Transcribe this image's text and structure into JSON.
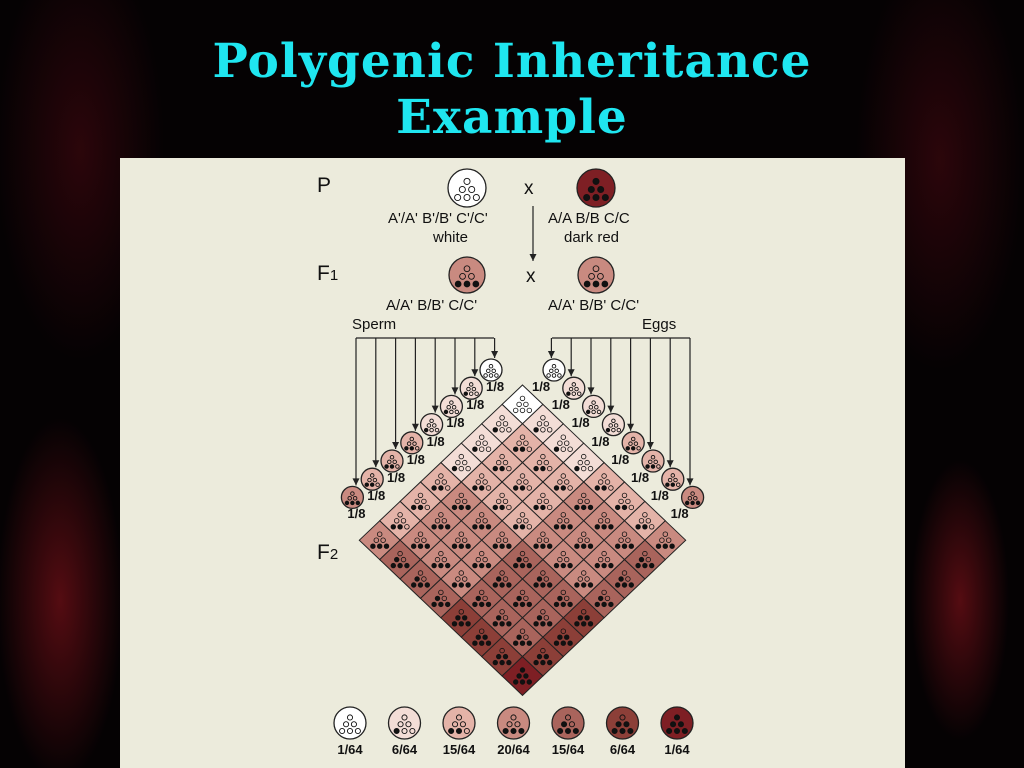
{
  "slide": {
    "title_line1": "Polygenic Inheritance",
    "title_line2": "Example"
  },
  "generations": {
    "p": "P",
    "f1_main": "F",
    "f1_sub": "1",
    "f2_main": "F",
    "f2_sub": "2"
  },
  "cross_symbol": "x",
  "p_left": {
    "genotype": "A'/A' B'/B' C'/C'",
    "phenotype": "white",
    "color": "#ffffff",
    "dark_alleles": 0
  },
  "p_right": {
    "genotype": "A/A  B/B  C/C",
    "phenotype": "dark red",
    "color": "#7e1f24",
    "dark_alleles": 6
  },
  "f1_left": {
    "genotype": "A/A' B/B' C/C'",
    "color": "#c98a80",
    "dark_alleles": 3
  },
  "f1_right": {
    "genotype": "A/A' B/B' C/C'",
    "color": "#c98a80",
    "dark_alleles": 3
  },
  "gamete_labels": {
    "sperm": "Sperm",
    "eggs": "Eggs"
  },
  "gamete_fraction": "1/8",
  "gamete_dark_counts": [
    0,
    1,
    1,
    1,
    2,
    2,
    2,
    3
  ],
  "f2_classes": [
    {
      "dark": 0,
      "fraction": "1/64",
      "color": "#ffffff"
    },
    {
      "dark": 1,
      "fraction": "6/64",
      "color": "#f3ddd6"
    },
    {
      "dark": 2,
      "fraction": "15/64",
      "color": "#e4b3a8"
    },
    {
      "dark": 3,
      "fraction": "20/64",
      "color": "#c98a80"
    },
    {
      "dark": 4,
      "fraction": "15/64",
      "color": "#a9645c"
    },
    {
      "dark": 5,
      "fraction": "6/64",
      "color": "#8c3f38"
    },
    {
      "dark": 6,
      "fraction": "1/64",
      "color": "#7e1f24"
    }
  ]
}
